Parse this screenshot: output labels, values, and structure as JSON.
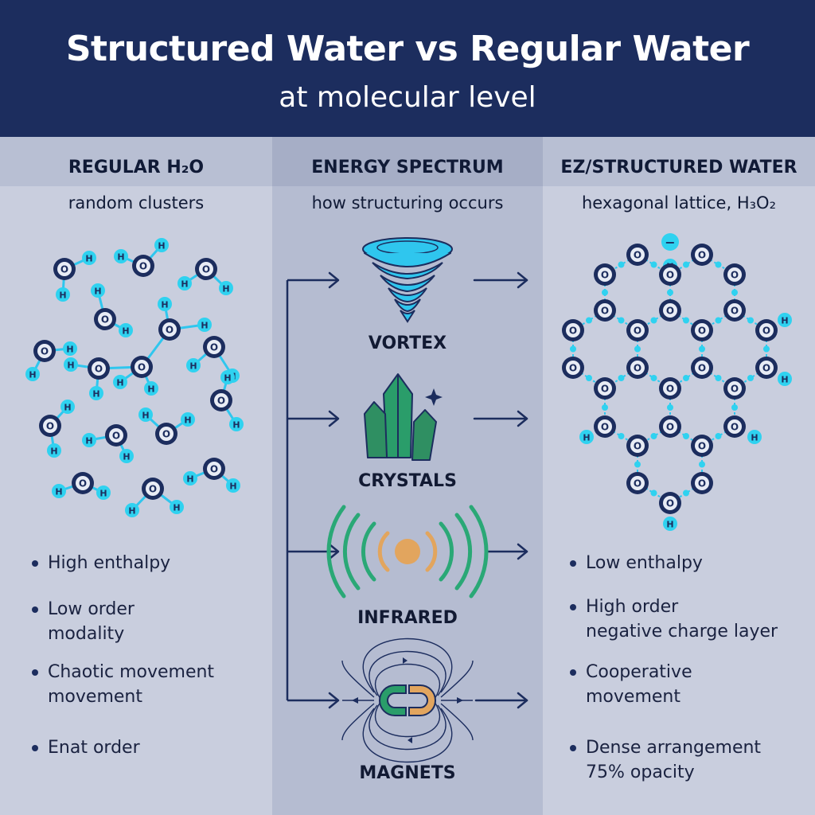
{
  "header": {
    "title": "Structured Water vs Regular Water",
    "subtitle": "at molecular level"
  },
  "columns": {
    "left": {
      "title": "REGULAR H₂O",
      "subtitle": "random clusters",
      "bullets": [
        {
          "line1": "High enthalpy",
          "line2": ""
        },
        {
          "line1": "Low order",
          "line2": "modality"
        },
        {
          "line1": "Chaotic movement",
          "line2": "movement"
        },
        {
          "line1": "Enat order",
          "line2": ""
        }
      ]
    },
    "middle": {
      "title": "ENERGY SPECTRUM",
      "subtitle": "how structuring occurs",
      "items": [
        {
          "label": "VORTEX",
          "icon": "vortex-icon"
        },
        {
          "label": "CRYSTALS",
          "icon": "crystal-icon"
        },
        {
          "label": "INFRARED",
          "icon": "infrared-icon"
        },
        {
          "label": "MAGNETS",
          "icon": "magnet-icon"
        }
      ]
    },
    "right": {
      "title": "EZ/STRUCTURED WATER",
      "subtitle": "hexagonal lattice, H₃O₂",
      "charge_symbol": "−",
      "bullets": [
        {
          "line1": "Low enthalpy",
          "line2": ""
        },
        {
          "line1": "High order",
          "line2": "negative charge layer"
        },
        {
          "line1": "Cooperative",
          "line2": "movement"
        },
        {
          "line1": "Dense arrangement",
          "line2": "75% opacity"
        }
      ]
    }
  },
  "molecule_labels": {
    "oxygen": "O",
    "hydrogen": "H"
  },
  "colors": {
    "header_bg": "#1c2d5e",
    "oxygen": "#1c2d5e",
    "hydrogen": "#2fd2f0",
    "bond": "#2fc6ee",
    "arrow": "#1c2d5e",
    "crystal": "#2a9d6a",
    "infrared_outer": "#2aa876",
    "infrared_inner": "#e2a55e"
  }
}
